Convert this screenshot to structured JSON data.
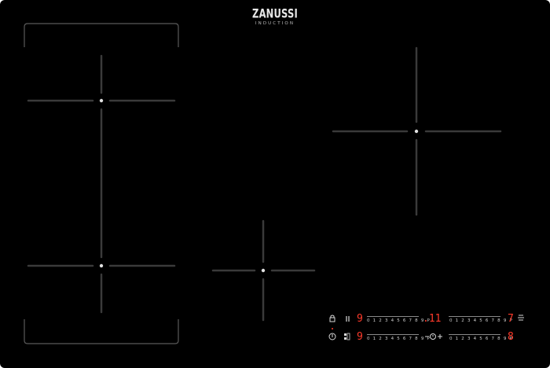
{
  "brand": {
    "name": "ZANUSSI",
    "subtitle": "INDUCTION"
  },
  "colors": {
    "surface": "#000000",
    "zone_marks": "#3a3a3a",
    "display_red": "#ff3a2a",
    "text": "#e8e8e8"
  },
  "controls": {
    "top_row": {
      "left_level": "9",
      "scale_left": "0 1 2 3 4 5 6 7 8 9 P",
      "timer_display": ".11",
      "scale_right": "0 1 2 3 4 5 6 7 8 9 P",
      "right_level": "7"
    },
    "bottom_row": {
      "left_level": "9",
      "scale_left": "0 1 2 3 4 5 6 7 8 9 P",
      "scale_right": "0 1 2 3 4 5 6 7 8 9 P",
      "right_level": "8"
    },
    "icons": [
      "lock-icon",
      "pause-icon",
      "power-icon",
      "bridge-icon",
      "timer-minus-icon",
      "timer-icon",
      "timer-plus-icon",
      "hob2hood-icon"
    ]
  }
}
